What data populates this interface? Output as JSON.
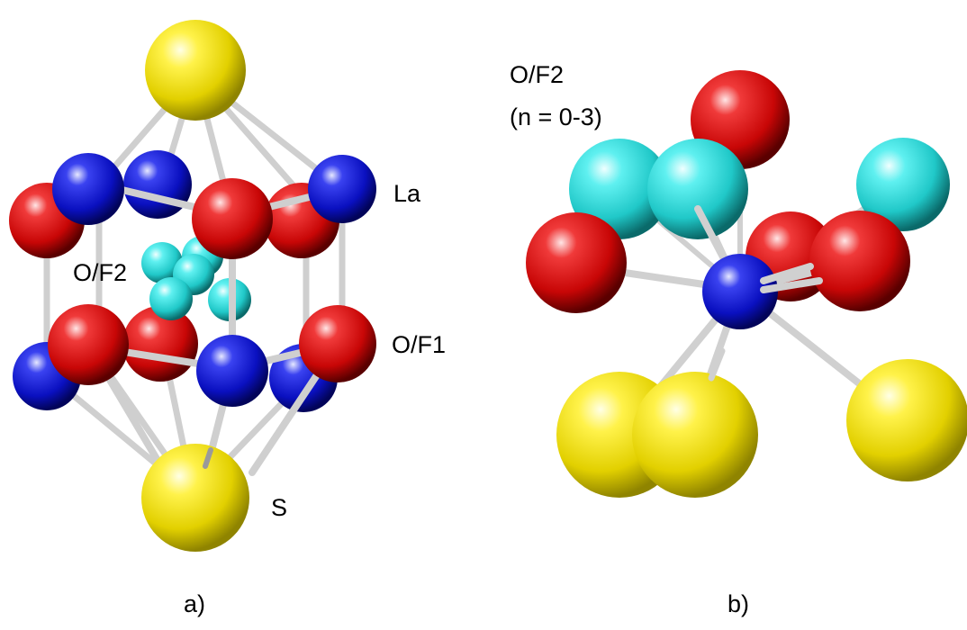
{
  "colors": {
    "sulfur": "#f0e000",
    "lanthanum": "#0a10c8",
    "oxygen_fluorine": "#d80808",
    "oxygen_fluorine_2": "#2fe0e0",
    "bond": "#d8d8d8"
  },
  "panel_a": {
    "label": "a)",
    "labels": {
      "la": "La",
      "of2": "O/F2",
      "of1": "O/F1",
      "s": "S"
    }
  },
  "panel_b": {
    "label": "b)",
    "labels": {
      "of2": "O/F2",
      "n_range": "(n = 0-3)"
    }
  }
}
